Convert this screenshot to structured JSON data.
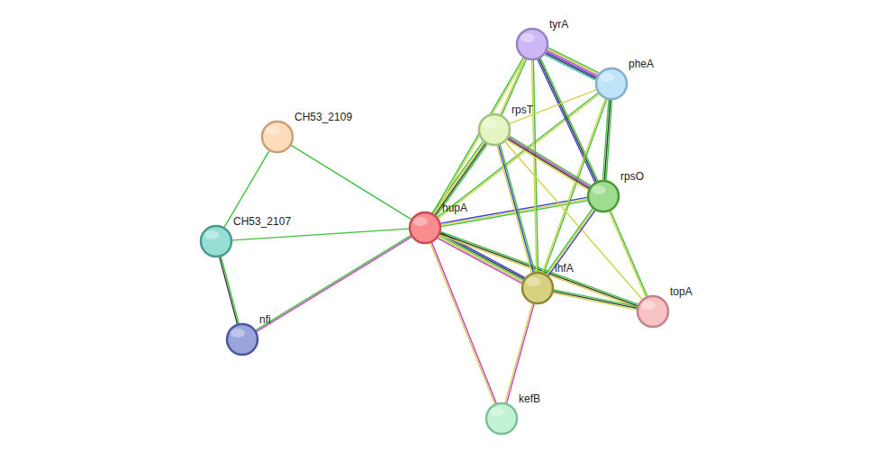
{
  "diagram": {
    "nodes": [
      {
        "text": [
          "tyrA"
        ]
      },
      {
        "text": [
          "pheA"
        ]
      },
      {
        "text": [
          "rpsT"
        ]
      },
      {
        "text": [
          "CH53_2109"
        ]
      },
      {
        "text": [
          "rpsO"
        ]
      },
      {
        "text": [
          "hupA"
        ]
      },
      {
        "text": [
          "CH53_2107"
        ]
      },
      {
        "text": [
          "ihfA"
        ]
      },
      {
        "text": [
          "topA"
        ]
      },
      {
        "text": [
          "nfi"
        ]
      },
      {
        "text": [
          "kefB"
        ]
      }
    ],
    "edges": [
      {
        "from": 5,
        "to": 3,
        "arrow": "none"
      },
      {
        "from": 5,
        "to": 6,
        "arrow": "none"
      },
      {
        "from": 5,
        "to": 9,
        "arrow": "none"
      },
      {
        "from": 3,
        "to": 6,
        "arrow": "none"
      },
      {
        "from": 6,
        "to": 9,
        "arrow": "none"
      },
      {
        "from": 5,
        "to": 2,
        "arrow": "none"
      },
      {
        "from": 5,
        "to": 0,
        "arrow": "none"
      },
      {
        "from": 5,
        "to": 1,
        "arrow": "none"
      },
      {
        "from": 5,
        "to": 4,
        "arrow": "none"
      },
      {
        "from": 5,
        "to": 7,
        "arrow": "none"
      },
      {
        "from": 5,
        "to": 8,
        "arrow": "none"
      },
      {
        "from": 5,
        "to": 10,
        "arrow": "none"
      },
      {
        "from": 0,
        "to": 1,
        "arrow": "none"
      },
      {
        "from": 0,
        "to": 2,
        "arrow": "none"
      },
      {
        "from": 0,
        "to": 4,
        "arrow": "none"
      },
      {
        "from": 0,
        "to": 7,
        "arrow": "none"
      },
      {
        "from": 1,
        "to": 2,
        "arrow": "none"
      },
      {
        "from": 1,
        "to": 4,
        "arrow": "none"
      },
      {
        "from": 1,
        "to": 7,
        "arrow": "none"
      },
      {
        "from": 2,
        "to": 4,
        "arrow": "none"
      },
      {
        "from": 2,
        "to": 7,
        "arrow": "none"
      },
      {
        "from": 2,
        "to": 8,
        "arrow": "none"
      },
      {
        "from": 4,
        "to": 7,
        "arrow": "none"
      },
      {
        "from": 4,
        "to": 8,
        "arrow": "none"
      },
      {
        "from": 7,
        "to": 8,
        "arrow": "none"
      },
      {
        "from": 7,
        "to": 10,
        "arrow": "none"
      }
    ]
  }
}
